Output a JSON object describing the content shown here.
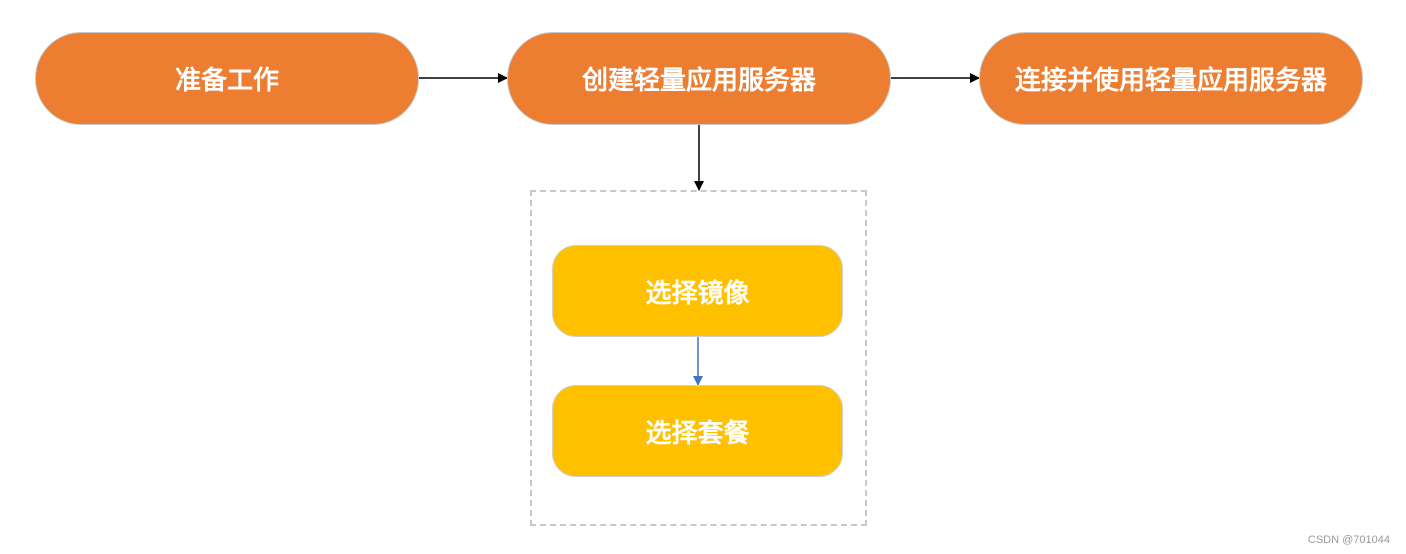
{
  "colors": {
    "primary_node": "#ed7d31",
    "sub_node": "#ffc000",
    "arrow_main": "#000000",
    "arrow_sub": "#4472c4",
    "group_border": "#c8c8c8"
  },
  "nodes": {
    "prepare": "准备工作",
    "create_server": "创建轻量应用服务器",
    "connect_server": "连接并使用轻量应用服务器",
    "select_image": "选择镜像",
    "select_plan": "选择套餐"
  },
  "watermark": "CSDN @701044"
}
